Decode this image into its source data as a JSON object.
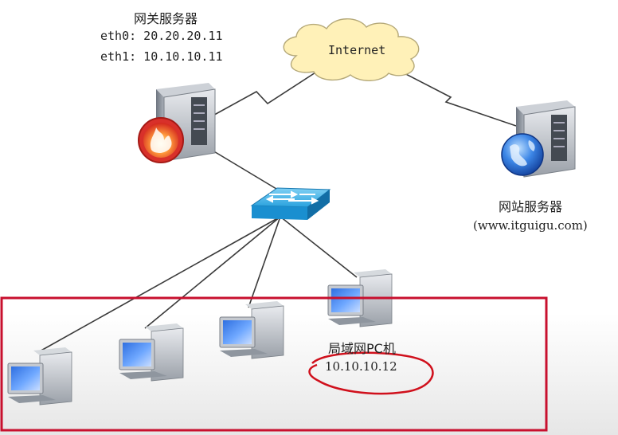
{
  "gateway": {
    "title": "网关服务器",
    "eth0": "eth0: 20.20.20.11",
    "eth1": "eth1: 10.10.10.11",
    "icons": [
      "server-icon",
      "firewall-icon"
    ]
  },
  "cloud": {
    "label": "Internet",
    "icon": "cloud-icon"
  },
  "web_server": {
    "title": "网站服务器",
    "domain": "(www.itguigu.com)",
    "icons": [
      "server-icon",
      "globe-icon"
    ]
  },
  "switch": {
    "icon": "network-switch-icon"
  },
  "lan": {
    "label": "局域网PC机",
    "ip": "10.10.10.12",
    "pc_icon": "desktop-pc-icon",
    "box_color": "#c8102e",
    "circle_color": "#d0101c"
  },
  "colors": {
    "cloud_fill": "#fff1b8",
    "cloud_stroke": "#b5a979",
    "switch_blue": "#1a8fd0",
    "firewall_red": "#d8302a",
    "globe_blue": "#1d5fc4"
  }
}
